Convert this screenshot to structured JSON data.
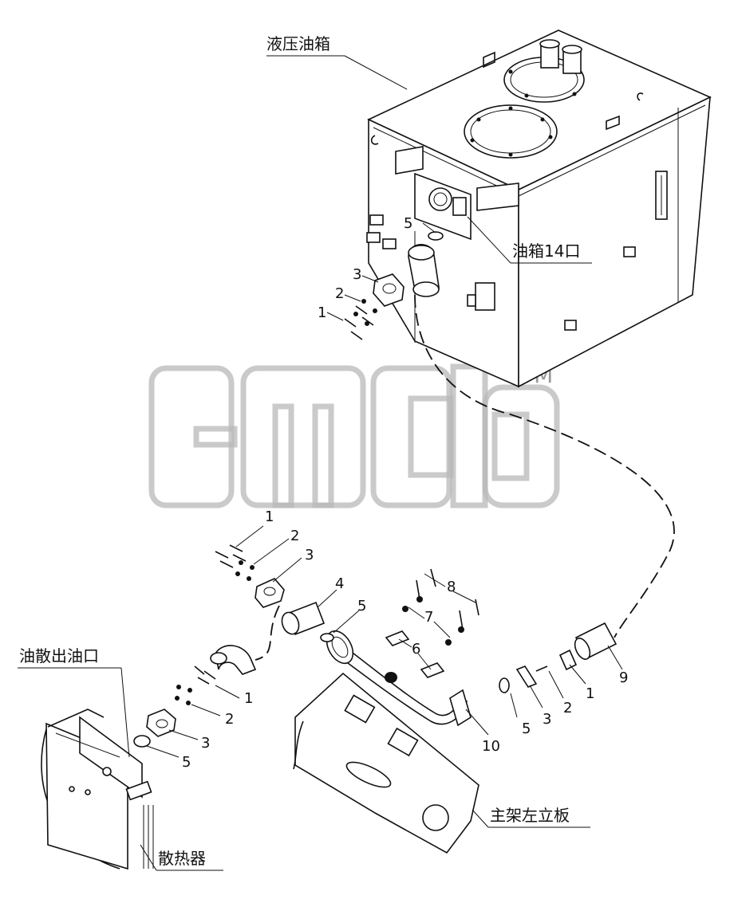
{
  "labels": {
    "hydraulic_tank": "液压油箱",
    "tank_port_14": "油箱14口",
    "cooler_outlet": "油散出油口",
    "frame_left_plate": "主架左立板",
    "radiator": "散热器"
  },
  "watermark": {
    "text": "3mcb",
    "trademark": "TM"
  },
  "part_numbers": {
    "top_5": "5",
    "top_3": "3",
    "top_2": "2",
    "top_1": "1",
    "mid_1": "1",
    "mid_2": "2",
    "mid_3": "3",
    "mid_4": "4",
    "mid_5": "5",
    "mid_8": "8",
    "mid_7": "7",
    "mid_6": "6",
    "left_1": "1",
    "left_2": "2",
    "left_3": "3",
    "left_5": "5",
    "right_5": "5",
    "right_3": "3",
    "right_2": "2",
    "right_1": "1",
    "right_9": "9",
    "right_10": "10"
  }
}
